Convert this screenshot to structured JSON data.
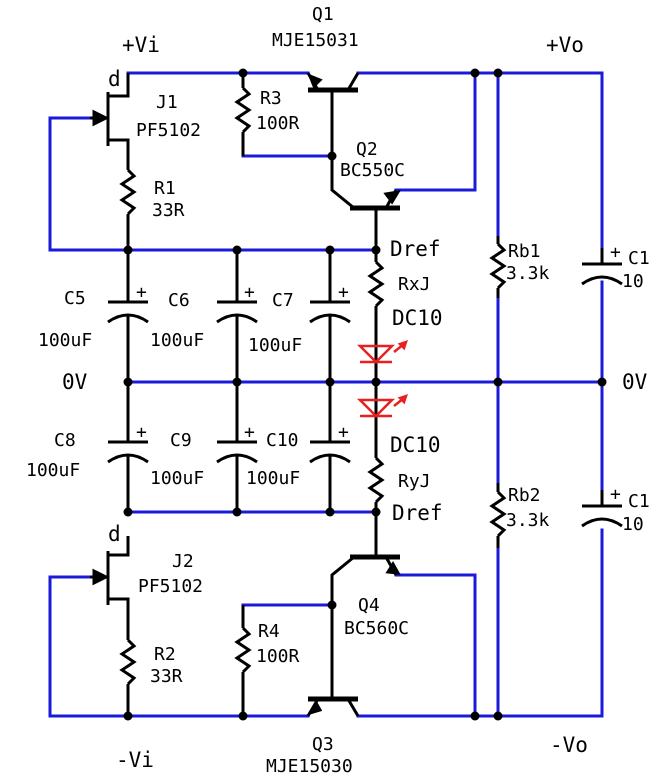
{
  "colors": {
    "wire": "#1a1ad8",
    "component": "#000000",
    "node": "#000000",
    "led": "#e82020",
    "background": "#ffffff"
  },
  "rails": {
    "pos_in": "+Vi",
    "neg_in": "-Vi",
    "pos_out": "+Vo",
    "neg_out": "-Vo",
    "gnd_left": "0V",
    "gnd_right": "0V"
  },
  "transistors": {
    "q1": {
      "ref": "Q1",
      "part": "MJE15031"
    },
    "q2": {
      "ref": "Q2",
      "part": "BC550C"
    },
    "q3": {
      "ref": "Q3",
      "part": "MJE15030"
    },
    "q4": {
      "ref": "Q4",
      "part": "BC560C"
    },
    "j1": {
      "ref": "J1",
      "part": "PF5102",
      "pin": "d"
    },
    "j2": {
      "ref": "J2",
      "part": "PF5102",
      "pin": "d"
    }
  },
  "resistors": {
    "r1": {
      "ref": "R1",
      "value": "33R"
    },
    "r2": {
      "ref": "R2",
      "value": "33R"
    },
    "r3": {
      "ref": "R3",
      "value": "100R"
    },
    "r4": {
      "ref": "R4",
      "value": "100R"
    },
    "rb1": {
      "ref": "Rb1",
      "value": "3.3k"
    },
    "rb2": {
      "ref": "Rb2",
      "value": "3.3k"
    },
    "rxj": {
      "ref": "RxJ"
    },
    "ryj": {
      "ref": "RyJ"
    }
  },
  "capacitors": {
    "c5": {
      "ref": "C5",
      "value": "100uF"
    },
    "c6": {
      "ref": "C6",
      "value": "100uF"
    },
    "c7": {
      "ref": "C7",
      "value": "100uF"
    },
    "c8": {
      "ref": "C8",
      "value": "100uF"
    },
    "c9": {
      "ref": "C9",
      "value": "100uF"
    },
    "c10": {
      "ref": "C10",
      "value": "100uF"
    },
    "c1": {
      "ref": "C1",
      "value": "10"
    },
    "c1b": {
      "ref": "C1",
      "value": "10"
    }
  },
  "leds": {
    "upper": {
      "ref": "DC10"
    },
    "lower": {
      "ref": "DC10"
    }
  },
  "nets": {
    "dref_top": "Dref",
    "dref_bottom": "Dref"
  },
  "polarity_mark": "+"
}
